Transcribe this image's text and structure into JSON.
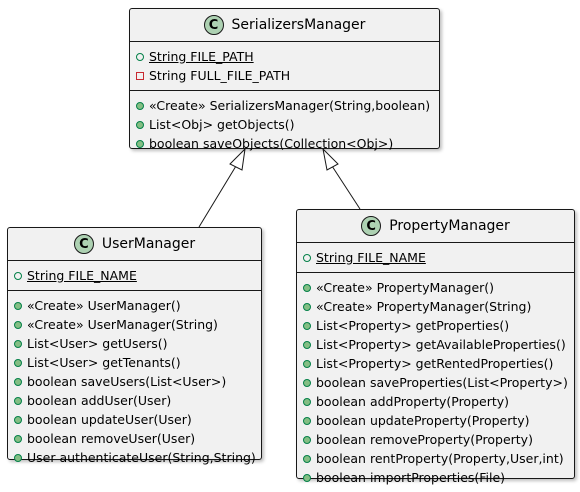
{
  "classes": {
    "serializers": {
      "stereotype_letter": "C",
      "name": "SerializersManager",
      "fields": [
        {
          "vis": "public",
          "text": "String FILE_PATH",
          "static": true
        },
        {
          "vis": "private",
          "text": "String FULL_FILE_PATH",
          "static": false
        }
      ],
      "methods": [
        "«Create» SerializersManager(String,boolean)",
        "List<Obj> getObjects()",
        "boolean saveObjects(Collection<Obj>)"
      ]
    },
    "user": {
      "stereotype_letter": "C",
      "name": "UserManager",
      "fields": [
        {
          "vis": "public-hollow",
          "text": "String FILE_NAME",
          "static": true
        }
      ],
      "methods": [
        "«Create» UserManager()",
        "«Create» UserManager(String)",
        "List<User> getUsers()",
        "List<User> getTenants()",
        "boolean saveUsers(List<User>)",
        "boolean addUser(User)",
        "boolean updateUser(User)",
        "boolean removeUser(User)",
        "User authenticateUser(String,String)"
      ]
    },
    "property": {
      "stereotype_letter": "C",
      "name": "PropertyManager",
      "fields": [
        {
          "vis": "public-hollow",
          "text": "String FILE_NAME",
          "static": true
        }
      ],
      "methods": [
        "«Create» PropertyManager()",
        "«Create» PropertyManager(String)",
        "List<Property> getProperties()",
        "List<Property> getAvailableProperties()",
        "List<Property> getRentedProperties()",
        "boolean saveProperties(List<Property>)",
        "boolean addProperty(Property)",
        "boolean updateProperty(Property)",
        "boolean removeProperty(Property)",
        "boolean rentProperty(Property,User,int)",
        "boolean importProperties(File)"
      ]
    }
  },
  "relations": [
    {
      "type": "inheritance",
      "from": "UserManager",
      "to": "SerializersManager"
    },
    {
      "type": "inheritance",
      "from": "PropertyManager",
      "to": "SerializersManager"
    }
  ],
  "colors": {
    "class_fill": "#f1f1f1",
    "border": "#181818",
    "badge": "#add1b2",
    "public_fill": "#84be84",
    "public_stroke": "#038048",
    "private_stroke": "#c82930"
  }
}
